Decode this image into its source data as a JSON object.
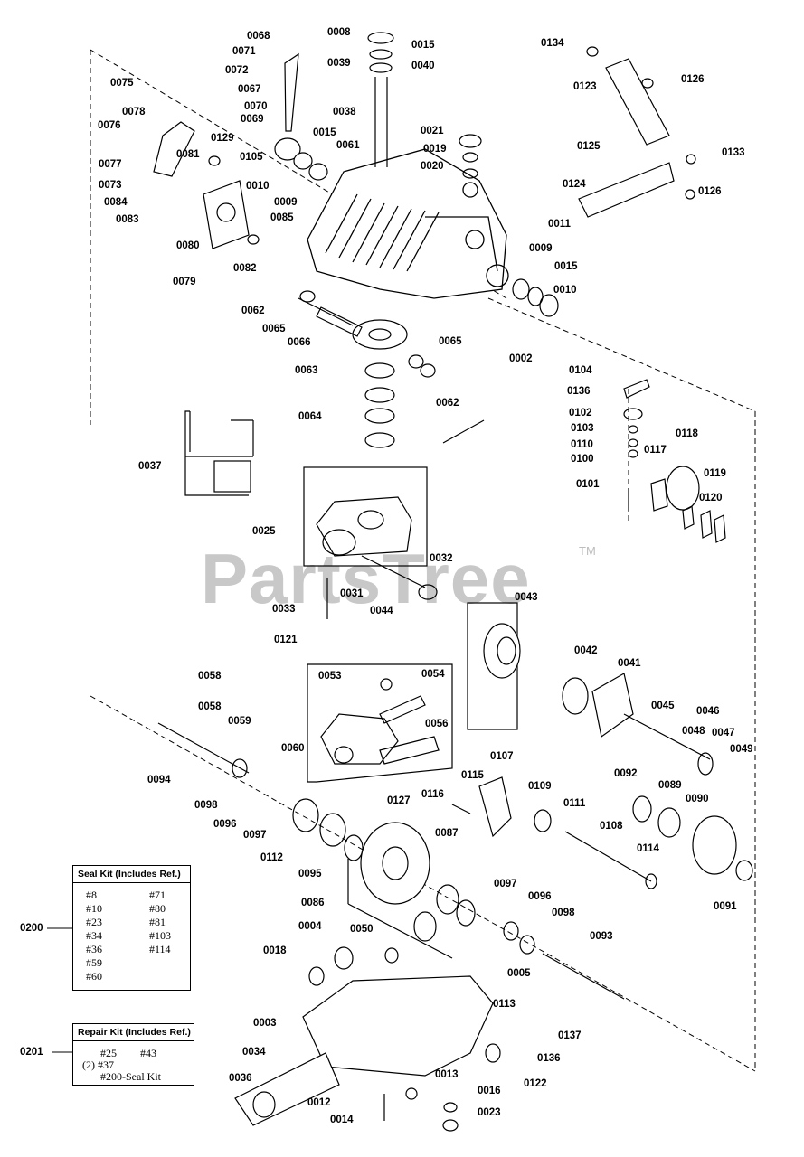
{
  "diagram": {
    "watermark": "PartsTree",
    "trademark": "TM",
    "labels": [
      "0068",
      "0071",
      "0072",
      "0067",
      "0070",
      "0069",
      "0075",
      "0078",
      "0076",
      "0077",
      "0073",
      "0084",
      "0083",
      "0080",
      "0079",
      "0081",
      "0129",
      "0105",
      "0010",
      "0009",
      "0015",
      "0061",
      "0085",
      "0082",
      "0008",
      "0015",
      "0039",
      "0040",
      "0038",
      "0021",
      "0019",
      "0020",
      "0134",
      "0123",
      "0126",
      "0125",
      "0133",
      "0124",
      "0126",
      "0011",
      "0009",
      "0015",
      "0010",
      "0062",
      "0065",
      "0066",
      "0063",
      "0065",
      "0062",
      "0064",
      "0002",
      "0037",
      "0104",
      "0136",
      "0102",
      "0103",
      "0110",
      "0100",
      "0101",
      "0117",
      "0118",
      "0119",
      "0120",
      "0025",
      "0032",
      "0033",
      "0031",
      "0044",
      "0043",
      "0042",
      "0041",
      "0045",
      "0046",
      "0048",
      "0047",
      "0049",
      "0121",
      "0053",
      "0054",
      "0056",
      "0058",
      "0058",
      "0059",
      "0060",
      "0094",
      "0098",
      "0096",
      "0097",
      "0112",
      "0095",
      "0127",
      "0116",
      "0115",
      "0107",
      "0109",
      "0111",
      "0108",
      "0114",
      "0092",
      "0089",
      "0090",
      "0091",
      "0087",
      "0086",
      "0097",
      "0096",
      "0098",
      "0093",
      "0004",
      "0050",
      "0018",
      "0005",
      "0003",
      "0113",
      "0137",
      "0136",
      "0122",
      "0034",
      "0036",
      "0012",
      "0014",
      "0013",
      "0016",
      "0023"
    ]
  },
  "seal_kit": {
    "ref": "0200",
    "title": "Seal Kit (Includes Ref.)",
    "col1": [
      "#8",
      "#10",
      "#23",
      "#34",
      "#36",
      "#59",
      "#60"
    ],
    "col2": [
      "#71",
      "#80",
      "#81",
      "#103",
      "#114"
    ]
  },
  "repair_kit": {
    "ref": "0201",
    "title": "Repair Kit (Includes Ref.)",
    "line1a": "#25",
    "line1b": "#43",
    "line2": "(2) #37",
    "line3": "#200-Seal Kit"
  }
}
